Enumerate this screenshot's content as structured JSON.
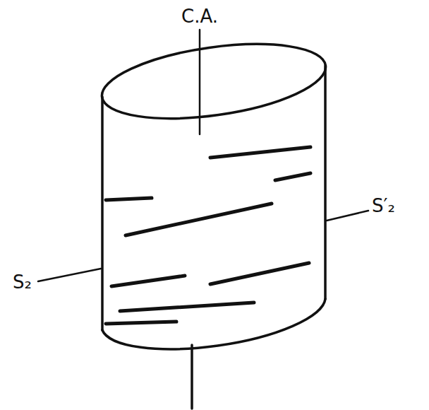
{
  "diagram": {
    "labels": [
      "C.A.",
      "S₂",
      "S′₂"
    ]
  }
}
